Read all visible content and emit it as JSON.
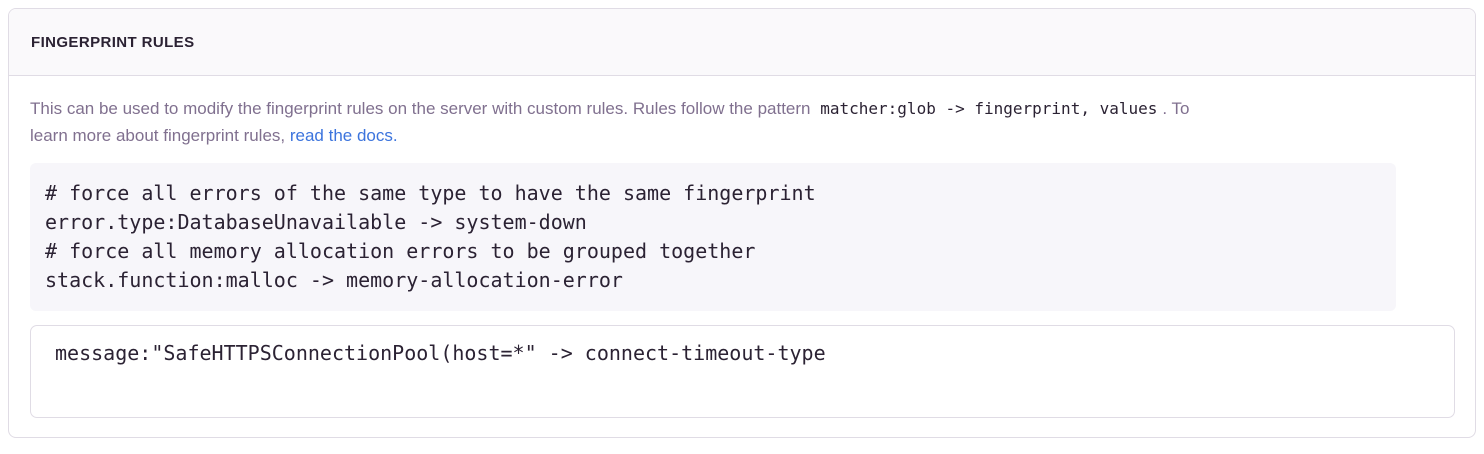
{
  "panel": {
    "title": "FINGERPRINT RULES"
  },
  "description": {
    "line1_text": "This can be used to modify the fingerprint rules on the server with custom rules. Rules follow the pattern",
    "pattern_code": "matcher:glob -> fingerprint, values",
    "line1_after_code": ". To",
    "line2_text": "learn more about fingerprint rules, ",
    "link_label": "read the docs."
  },
  "example": {
    "lines": [
      "# force all errors of the same type to have the same fingerprint",
      "error.type:DatabaseUnavailable -> system-down",
      "# force all memory allocation errors to be grouped together",
      "stack.function:malloc -> memory-allocation-error"
    ]
  },
  "editor": {
    "value": "message:\"SafeHTTPSConnectionPool(host=*\" -> connect-timeout-type"
  },
  "colors": {
    "link_blue": "#3c74dd",
    "heading_text": "#2b2233",
    "body_text": "#80708f",
    "border": "#e0dce5",
    "header_bg": "#faf9fb",
    "code_bg": "#f7f6fa"
  }
}
